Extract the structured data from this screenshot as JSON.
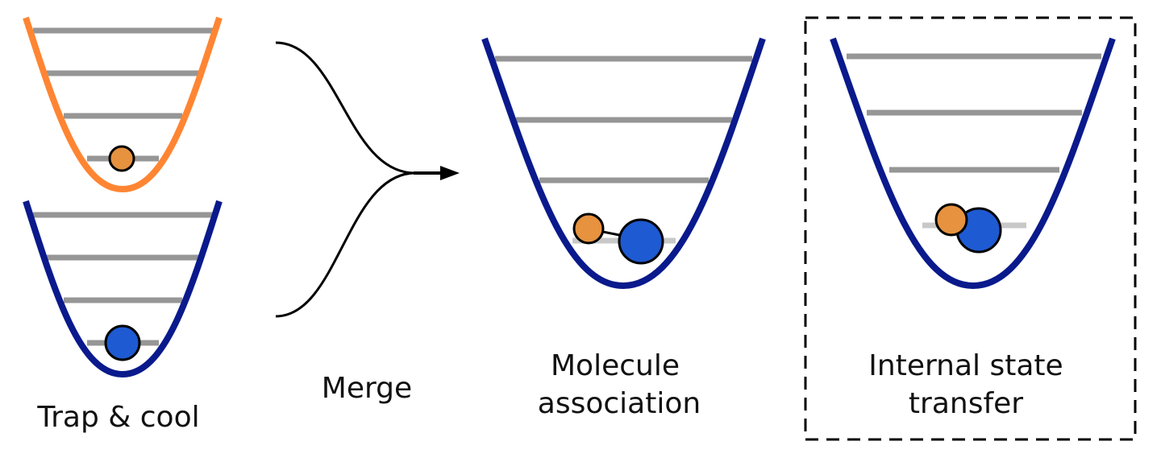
{
  "figure": {
    "colors": {
      "orange_trap": "#FF8533",
      "blue_trap": "#0A1A8C",
      "energy_level": "#969696",
      "energy_level_faint": "#C8C8C8",
      "orange_atom": "#E6923F",
      "blue_atom": "#1E5AD2",
      "outline": "#000000"
    },
    "panels": [
      {
        "id": "trap-and-cool",
        "label": "Trap & cool",
        "traps": [
          {
            "name": "orange-trap",
            "color_key": "orange_trap",
            "levels": 4,
            "atoms": [
              {
                "species": "orange-atom",
                "level": 1
              }
            ]
          },
          {
            "name": "blue-trap",
            "color_key": "blue_trap",
            "levels": 4,
            "atoms": [
              {
                "species": "blue-atom",
                "level": 1
              }
            ]
          }
        ]
      },
      {
        "id": "merge",
        "label": "Merge"
      },
      {
        "id": "molecule-association",
        "label_lines": [
          "Molecule",
          "association"
        ],
        "traps": [
          {
            "name": "blue-trap",
            "color_key": "blue_trap",
            "levels": 4,
            "atoms": [
              {
                "species": "orange-atom"
              },
              {
                "species": "blue-atom"
              }
            ],
            "bond": true
          }
        ]
      },
      {
        "id": "internal-state-transfer",
        "label_lines": [
          "Internal state",
          "transfer"
        ],
        "highlighted": true,
        "traps": [
          {
            "name": "blue-trap",
            "color_key": "blue_trap",
            "levels": 4,
            "atoms": [
              {
                "species": "orange-atom"
              },
              {
                "species": "blue-atom"
              }
            ],
            "bond": false
          }
        ]
      }
    ]
  }
}
